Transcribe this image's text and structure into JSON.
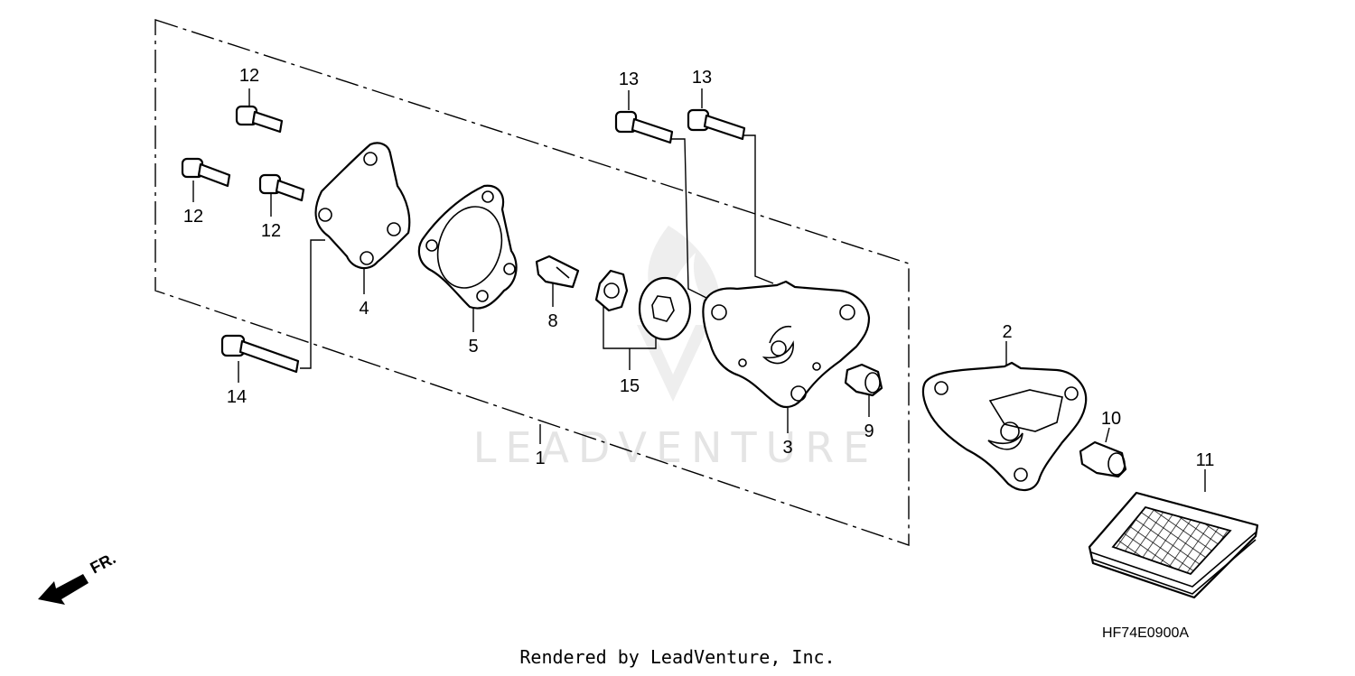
{
  "watermark": "LEADVENTURE",
  "direction_label": "FR.",
  "diagram_code": "HF74E0900A",
  "credit": "Rendered by LeadVenture, Inc.",
  "callouts": {
    "c1": "1",
    "c2": "2",
    "c3": "3",
    "c4": "4",
    "c5": "5",
    "c8": "8",
    "c9": "9",
    "c10": "10",
    "c11": "11",
    "c12a": "12",
    "c12b": "12",
    "c12c": "12",
    "c13a": "13",
    "c13b": "13",
    "c14": "14",
    "c15": "15"
  },
  "icons": [
    "front-direction-arrow-icon"
  ]
}
